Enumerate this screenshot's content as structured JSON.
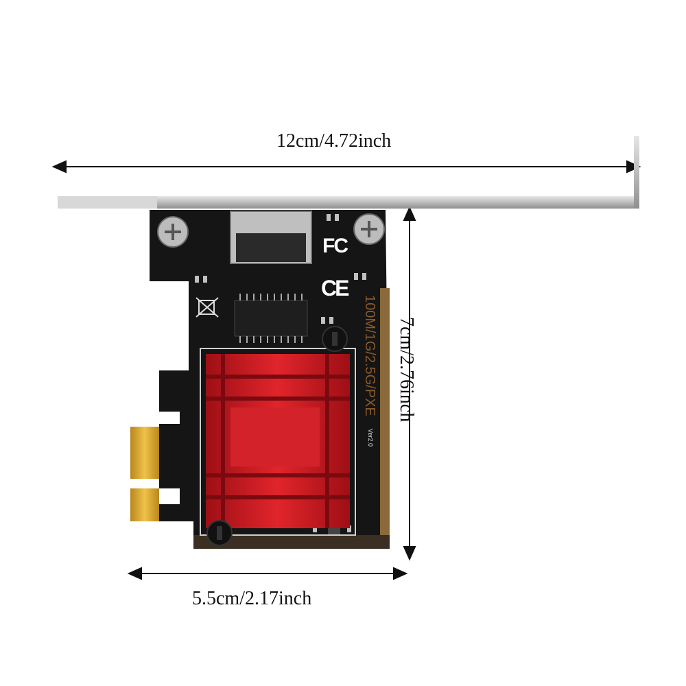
{
  "dimensions": {
    "width_label": "12cm/4.72inch",
    "height_label": "7cm/2.76inch",
    "bottom_label": "5.5cm/2.17inch"
  },
  "board": {
    "fcc_mark": "FC",
    "ce_mark": "CE",
    "speed_text": "100M/1G/2.5G/PXE",
    "version_text": "Ver2.0"
  },
  "colors": {
    "bracket": "#c4c4c4",
    "pcb": "#151515",
    "heatsink": "#c8141c",
    "gold_fingers": "#d4a22a",
    "port": "#bfbfbf"
  }
}
